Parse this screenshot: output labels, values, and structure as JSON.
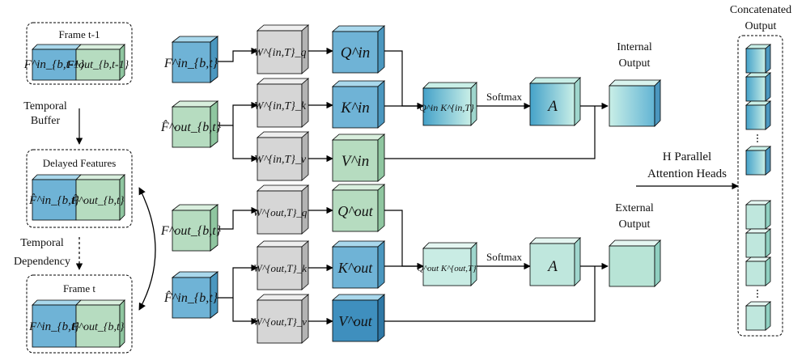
{
  "left_panel": {
    "frame_prev_title": "Frame t-1",
    "frame_prev_in": "F^in_{b,t-1}",
    "frame_prev_out": "F^out_{b,t-1}",
    "temporal_buffer": [
      "Temporal",
      "Buffer"
    ],
    "delayed_title": "Delayed Features",
    "delayed_in": "F̂^in_{b,t}",
    "delayed_out": "F̂^out_{b,t}",
    "temporal_dependency": [
      "Temporal",
      "Dependency"
    ],
    "frame_cur_title": "Frame t",
    "frame_cur_in": "F^in_{b,t}",
    "frame_cur_out": "F^out_{b,t}"
  },
  "internal_branch": {
    "input_q": "F^in_{b,t}",
    "input_kv": "F̂^out_{b,t}",
    "wq": "W^{in,T}_q",
    "wk": "W^{in,T}_k",
    "wv": "W^{in,T}_v",
    "q": "Q^in",
    "k": "K^in",
    "v": "V^in",
    "product": "Q^in K^{in,T}",
    "softmax": "Softmax",
    "attention": "A",
    "output_label": [
      "Internal",
      "Output"
    ]
  },
  "external_branch": {
    "input_q": "F^out_{b,t}",
    "input_kv": "F̂^in_{b,t}",
    "wq": "W^{out,T}_q",
    "wk": "W^{out,T}_k",
    "wv": "W^{out,T}_v",
    "q": "Q^out",
    "k": "K^out",
    "v": "V^out",
    "product": "Q^out K^{out,T}",
    "softmax": "Softmax",
    "attention": "A",
    "output_label": [
      "External",
      "Output"
    ]
  },
  "parallel_heads": [
    "H Parallel",
    "Attention Heads"
  ],
  "concat_title": [
    "Concatenated",
    "Output"
  ],
  "colors": {
    "blue": "#6fb3d6",
    "green": "#b6dcc0",
    "gray": "#d6d6d6",
    "teal_light": "#c8ece6",
    "teal_dark": "#3f9fc8"
  }
}
